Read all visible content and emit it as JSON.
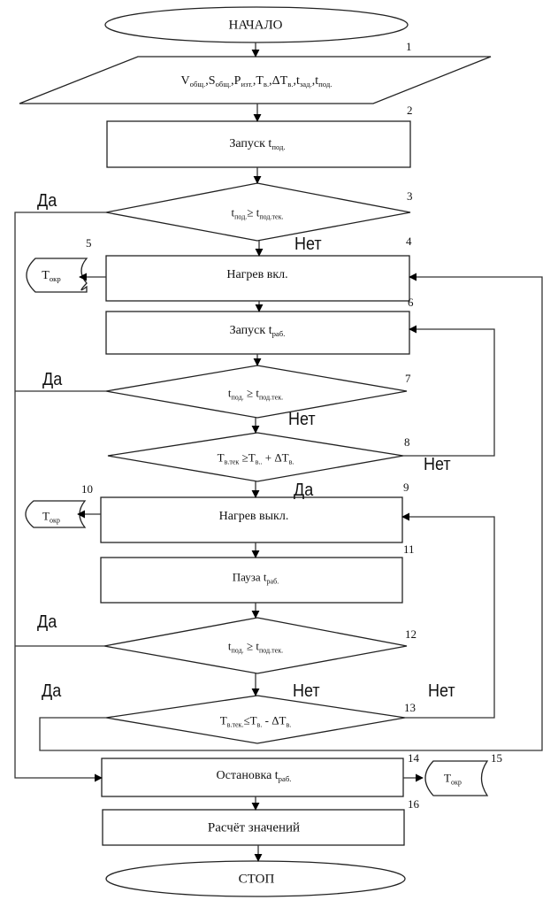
{
  "diagram": {
    "type": "flowchart",
    "terminals": {
      "start": "НАЧАЛО",
      "stop": "СТОП"
    },
    "blocks": [
      {
        "id": 1,
        "number": "1",
        "shape": "parallelogram",
        "parts": [
          {
            "main": "V",
            "sub": "общ."
          },
          {
            "main": ",S",
            "sub": "общ."
          },
          {
            "main": ",P",
            "sub": "изт."
          },
          {
            "main": ",T",
            "sub": "в."
          },
          {
            "main": ",ΔT",
            "sub": "в."
          },
          {
            "main": ",t",
            "sub": "зад."
          },
          {
            "main": ",t",
            "sub": "под."
          }
        ]
      },
      {
        "id": 2,
        "number": "2",
        "shape": "process",
        "text": "Запуск t",
        "sub": "под."
      },
      {
        "id": 3,
        "number": "3",
        "shape": "decision",
        "parts": [
          {
            "main": "t",
            "sub": "под."
          },
          {
            "main": "≥ t",
            "sub": "под.тек."
          }
        ]
      },
      {
        "id": 4,
        "number": "4",
        "shape": "process",
        "text": "Нагрев вкл.",
        "sub": ""
      },
      {
        "id": 5,
        "number": "5",
        "shape": "display",
        "text": "T",
        "sub": "окр"
      },
      {
        "id": 6,
        "number": "6",
        "shape": "process",
        "text": "Запуск t",
        "sub": "раб."
      },
      {
        "id": 7,
        "number": "7",
        "shape": "decision",
        "parts": [
          {
            "main": "t",
            "sub": "под."
          },
          {
            "main": " ≥ t",
            "sub": "под.тек."
          }
        ]
      },
      {
        "id": 8,
        "number": "8",
        "shape": "decision",
        "parts": [
          {
            "main": "T",
            "sub": "в.тек"
          },
          {
            "main": " ≥T",
            "sub": "в.."
          },
          {
            "main": " + ΔT",
            "sub": "в."
          }
        ]
      },
      {
        "id": 9,
        "number": "9",
        "shape": "process",
        "text": "Нагрев выкл.",
        "sub": ""
      },
      {
        "id": 10,
        "number": "10",
        "shape": "display",
        "text": "T",
        "sub": "окр"
      },
      {
        "id": 11,
        "number": "11",
        "shape": "process",
        "text": "Пауза t",
        "sub": "раб."
      },
      {
        "id": 12,
        "number": "12",
        "shape": "decision",
        "parts": [
          {
            "main": "t",
            "sub": "под."
          },
          {
            "main": " ≥ t",
            "sub": "под.тек."
          }
        ]
      },
      {
        "id": 13,
        "number": "13",
        "shape": "decision",
        "parts": [
          {
            "main": "T",
            "sub": "в.тек."
          },
          {
            "main": "≤T",
            "sub": "в."
          },
          {
            "main": " - ΔT",
            "sub": "в."
          }
        ]
      },
      {
        "id": 14,
        "number": "14",
        "shape": "process",
        "text": "Остановка t",
        "sub": "раб."
      },
      {
        "id": 15,
        "number": "15",
        "shape": "display",
        "text": "T",
        "sub": "окр"
      },
      {
        "id": 16,
        "number": "16",
        "shape": "process",
        "text": "Расчёт значений",
        "sub": ""
      }
    ],
    "branch_labels": {
      "yes": "Да",
      "no": "Нет"
    },
    "edges": [
      {
        "from": "start",
        "to": 1
      },
      {
        "from": 1,
        "to": 2
      },
      {
        "from": 2,
        "to": 3
      },
      {
        "from": 3,
        "to": 4,
        "label": "no"
      },
      {
        "from": 3,
        "to": 14,
        "label": "yes"
      },
      {
        "from": 4,
        "to": 5
      },
      {
        "from": 4,
        "to": 6
      },
      {
        "from": 6,
        "to": 7
      },
      {
        "from": 7,
        "to": 8,
        "label": "no"
      },
      {
        "from": 7,
        "to": 14,
        "label": "yes"
      },
      {
        "from": 8,
        "to": 6,
        "label": "no"
      },
      {
        "from": 8,
        "to": 9,
        "label": "yes"
      },
      {
        "from": 9,
        "to": 10
      },
      {
        "from": 9,
        "to": 11
      },
      {
        "from": 11,
        "to": 12
      },
      {
        "from": 12,
        "to": 13,
        "label": "no"
      },
      {
        "from": 12,
        "to": 14,
        "label": "yes"
      },
      {
        "from": 13,
        "to": 9,
        "label": "no"
      },
      {
        "from": 13,
        "to": 4,
        "label": "yes"
      },
      {
        "from": 14,
        "to": 15
      },
      {
        "from": 14,
        "to": 16
      },
      {
        "from": 16,
        "to": "stop"
      }
    ]
  }
}
